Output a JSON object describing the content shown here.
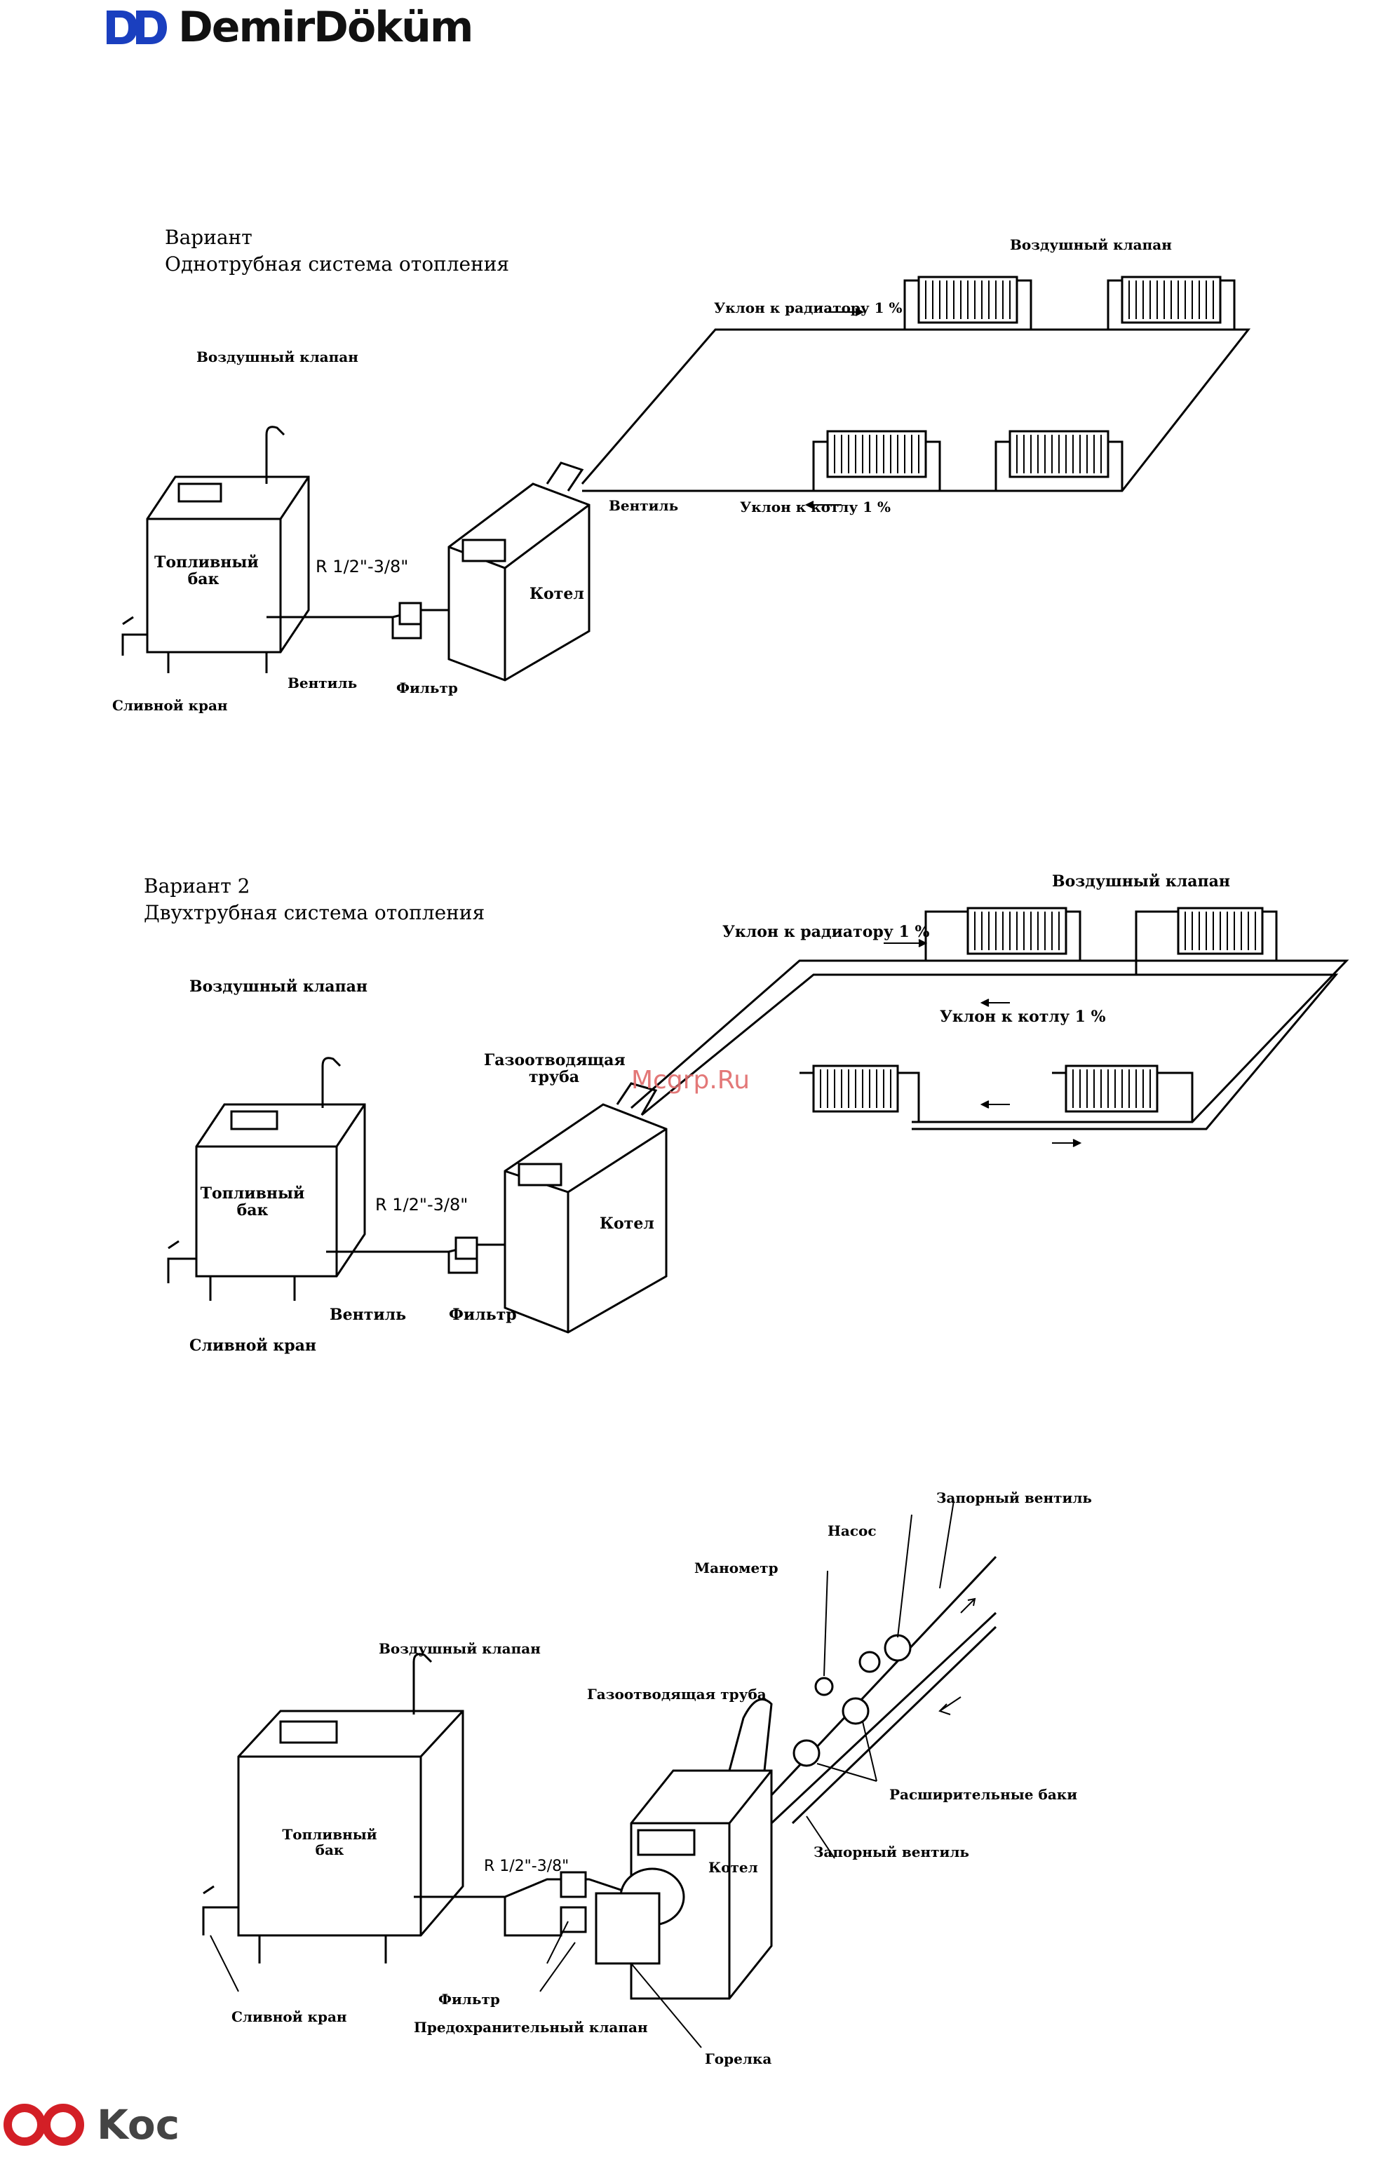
{
  "brand": {
    "name": "DemirDöküm",
    "logo_icon": "dd-logo-icon",
    "color": "#1a3fbf"
  },
  "footer": {
    "logo_text": "Koc",
    "logo_icon": "koc-logo-icon",
    "color": "#d31f26"
  },
  "watermark": "Mcgrp.Ru",
  "diagram1": {
    "title_line1": "Вариант",
    "title_line2": "Однотрубная система отопления",
    "labels": {
      "air_valve_top": "Воздушный клапан",
      "slope_radiator": "Уклон к радиатору 1 %",
      "air_valve_tank": "Воздушный клапан",
      "fuel_tank": "Топливный бак",
      "pipe_size": "R 1/2\"-3/8\"",
      "boiler": "Котел",
      "valve_boiler": "Вентиль",
      "slope_boiler": "Уклон к котлу 1 %",
      "valve_tank": "Вентиль",
      "filter": "Фильтр",
      "drain": "Сливной кран"
    }
  },
  "diagram2": {
    "title_line1": "Вариант 2",
    "title_line2": "Двухтрубная система отопления",
    "labels": {
      "air_valve_top": "Воздушный клапан",
      "slope_radiator": "Уклон к радиатору 1 %",
      "slope_boiler": "Уклон к котлу 1 %",
      "air_valve_tank": "Воздушный клапан",
      "flue": "Газоотводящая труба",
      "fuel_tank": "Топливный бак",
      "pipe_size": "R 1/2\"-3/8\"",
      "boiler": "Котел",
      "valve_tank": "Вентиль",
      "filter": "Фильтр",
      "drain": "Сливной кран"
    }
  },
  "diagram3": {
    "labels": {
      "stop_valve_top": "Запорный вентиль",
      "pump": "Насос",
      "manometer": "Манометр",
      "air_valve_tank": "Воздушный клапан",
      "flue": "Газоотводящая труба",
      "expansion": "Расширительные баки",
      "fuel_tank": "Топливный бак",
      "boiler": "Котел",
      "stop_valve_bottom": "Запорный вентиль",
      "pipe_size": "R 1/2\"-3/8\"",
      "filter": "Фильтр",
      "safety_valve": "Предохранительный клапан",
      "drain": "Сливной кран",
      "burner": "Горелка"
    }
  }
}
